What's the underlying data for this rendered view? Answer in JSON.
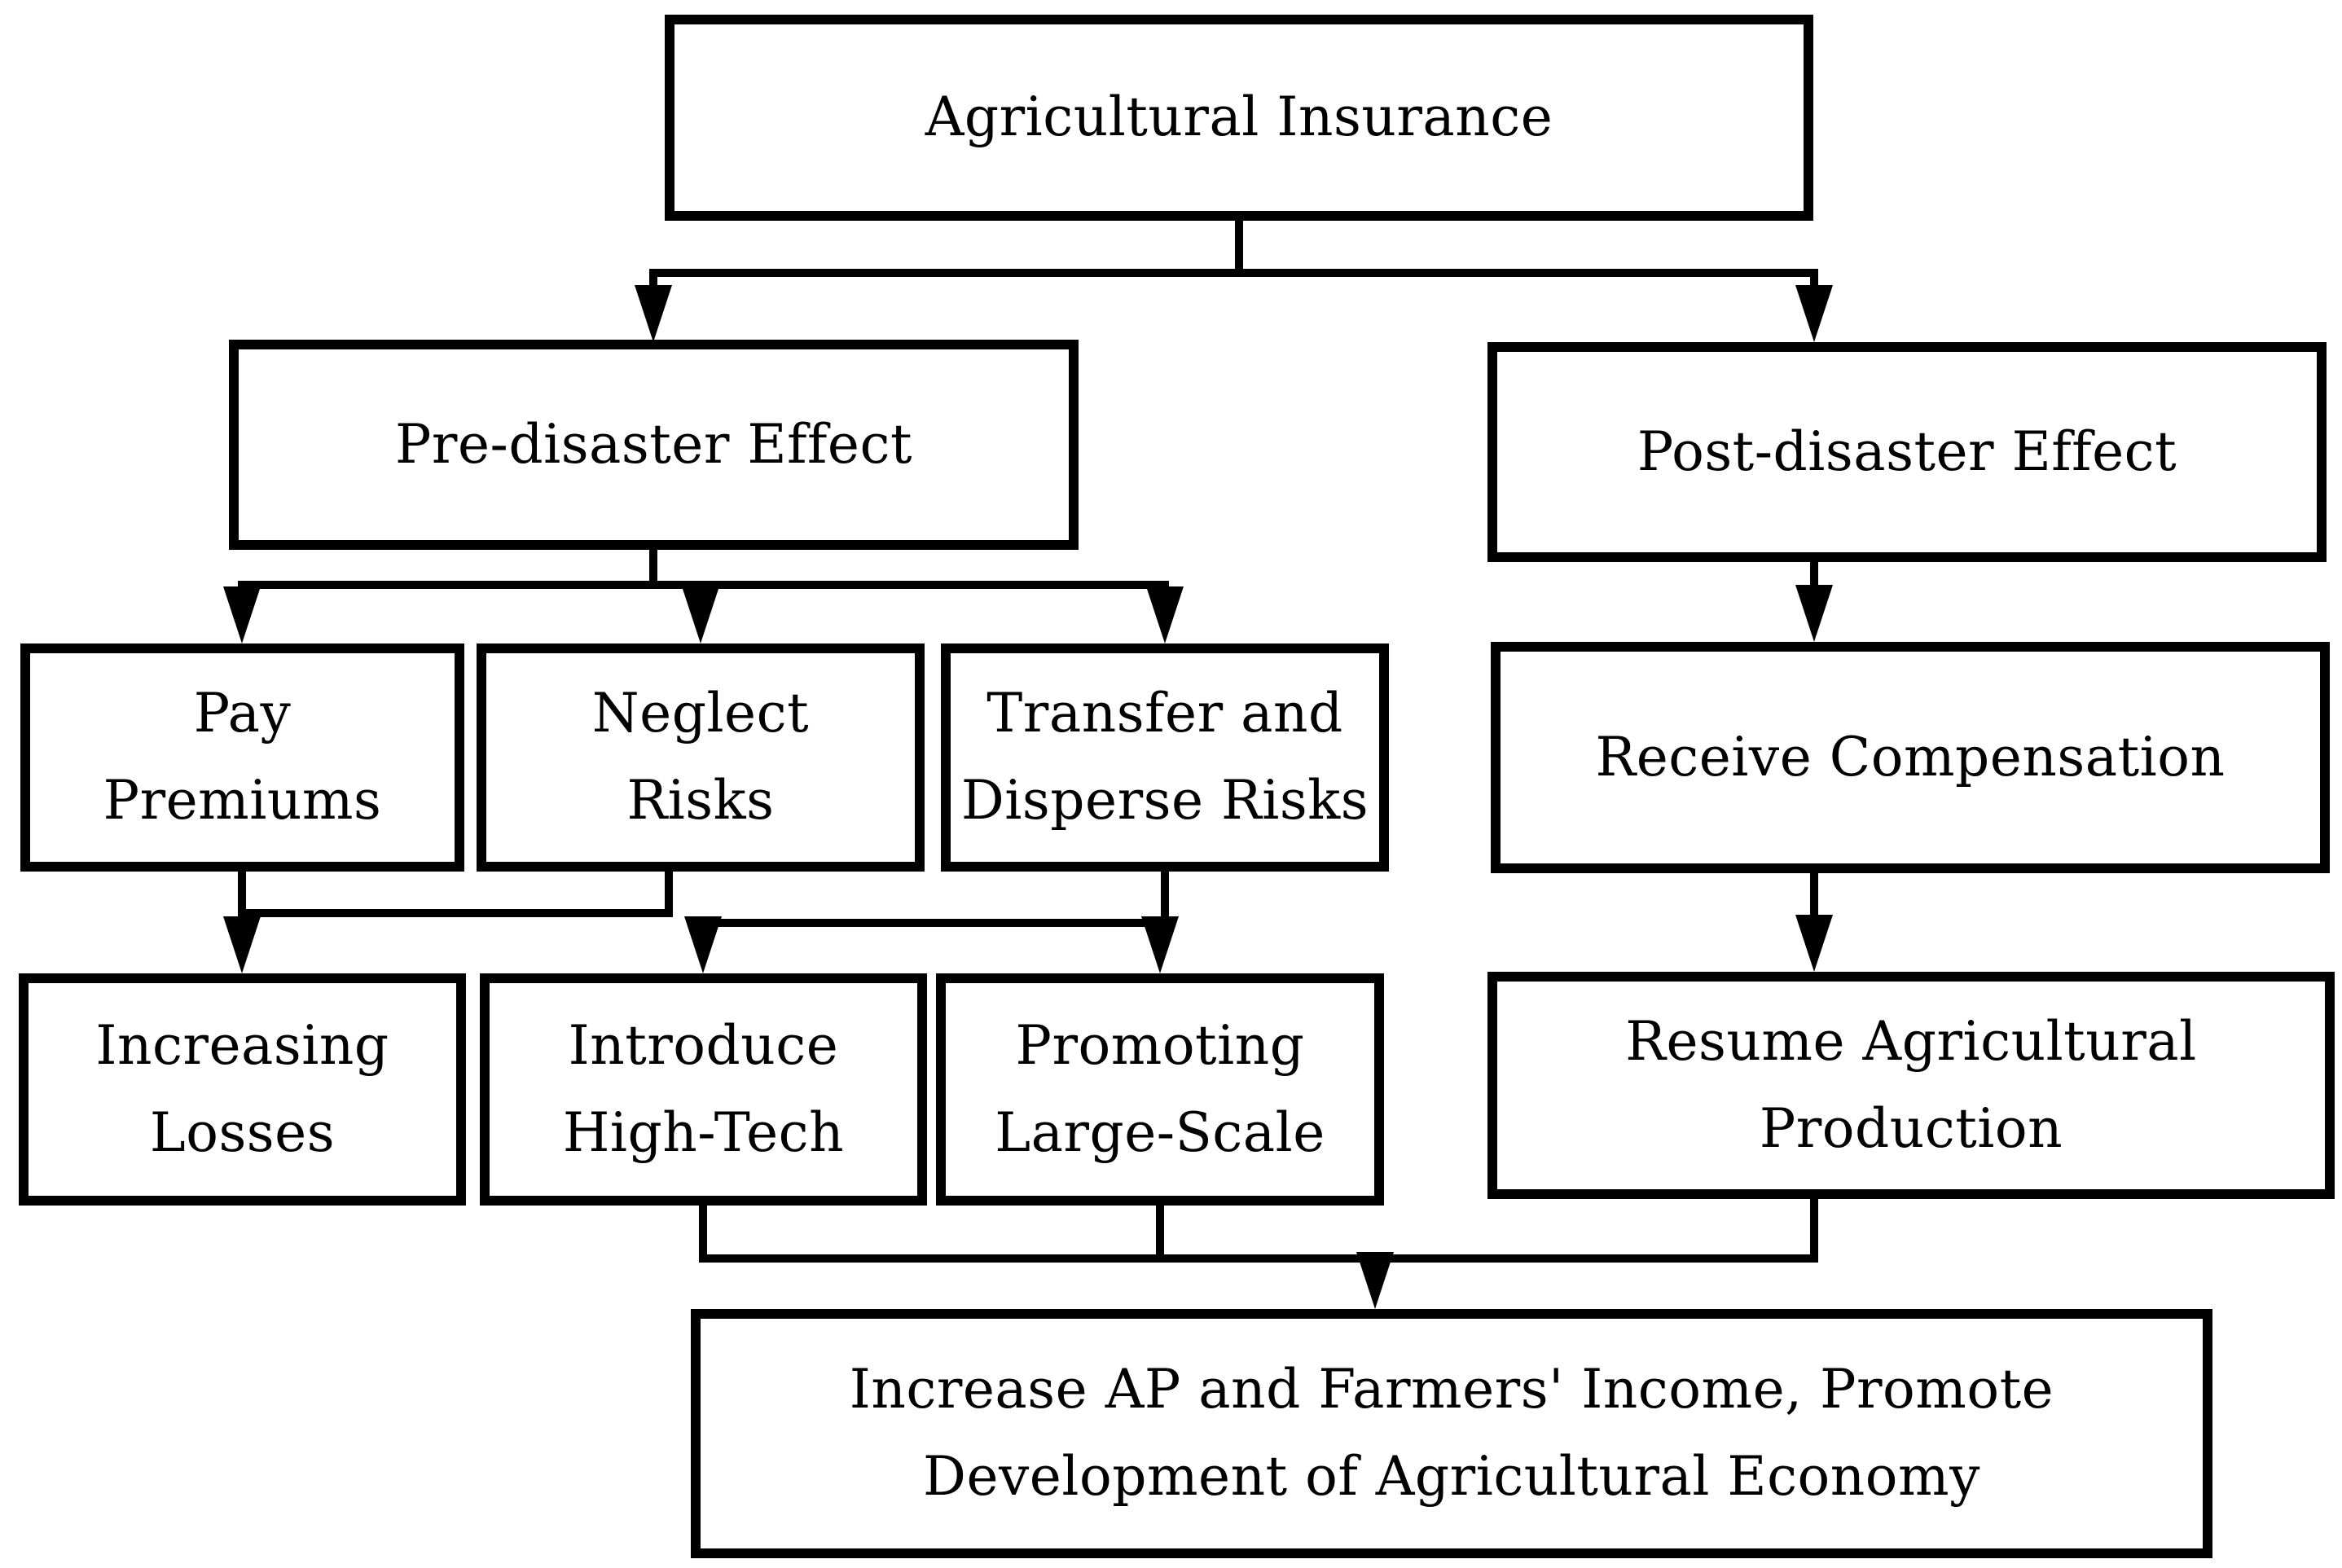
{
  "diagram": {
    "type": "flowchart",
    "colors": {
      "line": "#000000",
      "box_fill": "#ffffff",
      "background": "#ffffff",
      "text": "#000000"
    },
    "nodes": {
      "root": {
        "label": "Agricultural Insurance"
      },
      "pre": {
        "label": "Pre-disaster Effect"
      },
      "post": {
        "label": "Post-disaster Effect"
      },
      "pay": {
        "label": "Pay\nPremiums"
      },
      "neglect": {
        "label": "Neglect\nRisks"
      },
      "transfer": {
        "label": "Transfer and\nDisperse Risks"
      },
      "losses": {
        "label": "Increasing\nLosses"
      },
      "hightech": {
        "label": "Introduce\nHigh-Tech"
      },
      "largescale": {
        "label": "Promoting\nLarge-Scale"
      },
      "compensation": {
        "label": "Receive Compensation"
      },
      "resume": {
        "label": "Resume Agricultural\nProduction"
      },
      "outcome": {
        "label": "Increase AP and Farmers' Income, Promote\nDevelopment of Agricultural Economy"
      }
    },
    "edges": [
      {
        "from": "root",
        "to": "pre"
      },
      {
        "from": "root",
        "to": "post"
      },
      {
        "from": "pre",
        "to": "pay"
      },
      {
        "from": "pre",
        "to": "neglect"
      },
      {
        "from": "pre",
        "to": "transfer"
      },
      {
        "from": "pay",
        "to": "losses"
      },
      {
        "from": "neglect",
        "to": "losses"
      },
      {
        "from": "transfer",
        "to": "hightech"
      },
      {
        "from": "transfer",
        "to": "largescale"
      },
      {
        "from": "post",
        "to": "compensation"
      },
      {
        "from": "compensation",
        "to": "resume"
      },
      {
        "from": "hightech",
        "to": "outcome"
      },
      {
        "from": "largescale",
        "to": "outcome"
      },
      {
        "from": "resume",
        "to": "outcome"
      }
    ]
  }
}
